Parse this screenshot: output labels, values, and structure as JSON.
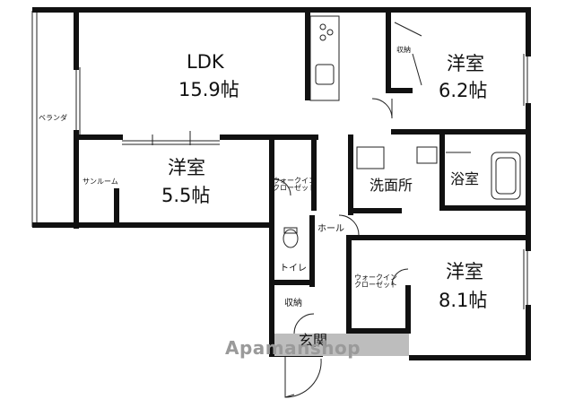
{
  "rooms": {
    "ldk": {
      "name": "LDK",
      "size": "15.9帖"
    },
    "western_room_ne": {
      "name": "洋室",
      "size": "6.2帖"
    },
    "western_room_w": {
      "name": "洋室",
      "size": "5.5帖"
    },
    "western_room_se": {
      "name": "洋室",
      "size": "8.1帖"
    },
    "washroom": {
      "name": "洗面所"
    },
    "bathroom": {
      "name": "浴室"
    }
  },
  "labels": {
    "storage_top": "収納",
    "storage_bottom": "収納",
    "walk_in_closet_1": {
      "line1": "ウォークイン",
      "line2": "クローゼット"
    },
    "walk_in_closet_2": {
      "line1": "ウォークイン",
      "line2": "クローゼット"
    },
    "hall": "ホール",
    "toilet": "トイレ",
    "entrance": "玄関",
    "veranda": "ベランダ",
    "sunroom": "サンルーム"
  },
  "watermark": "Apamanshop"
}
